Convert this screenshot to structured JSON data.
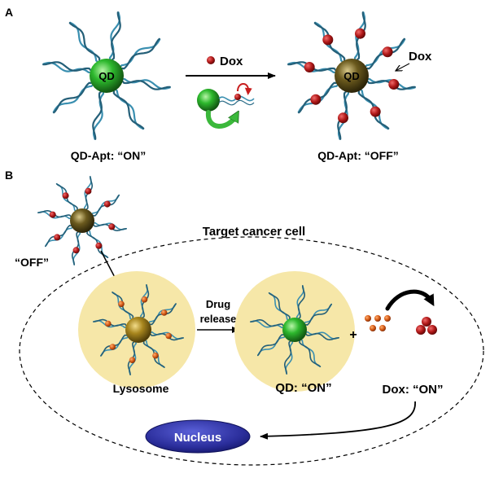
{
  "panel_a": {
    "label": "A",
    "qd_label": "QD",
    "dox_key": "Dox",
    "dox_pointer": "Dox",
    "left_caption": "QD-Apt: “ON”",
    "right_caption": "QD-Apt: “OFF”"
  },
  "panel_b": {
    "label": "B",
    "off_label": "“OFF”",
    "cell_title": "Target cancer cell",
    "lysosome_label": "Lysosome",
    "drug_release_line1": "Drug",
    "drug_release_line2": "release",
    "plus_sign": "+",
    "qd_on_label": "QD: “ON”",
    "dox_on_label": "Dox: “ON”",
    "nucleus_label": "Nucleus"
  },
  "colors": {
    "qd_green": "#2db82d",
    "qd_quenched": "#6b5a1e",
    "aptamer": "#3a8fb0",
    "dox": "#b01818",
    "dox_small": "#d65a16",
    "lysosome": "#f6e7a8",
    "nucleus": "#2a2d9a",
    "arrow_green": "#3bb83b",
    "arrow_red": "#c81e1e"
  }
}
